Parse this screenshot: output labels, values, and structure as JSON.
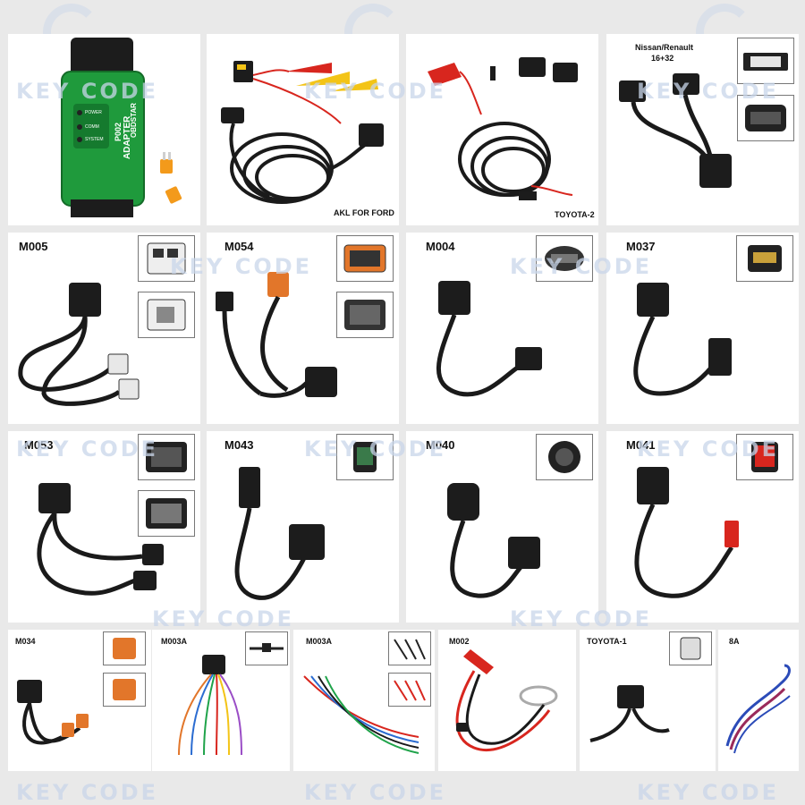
{
  "cells": {
    "adapter": {
      "device_brand": "OBDSTAR",
      "device_model": "P002",
      "device_name": "ADAPTER",
      "leds": [
        "POWER",
        "COMM",
        "SYSTEM"
      ]
    },
    "akl_ford": {
      "label": "AKL FOR FORD"
    },
    "toyota2": {
      "label": "TOYOTA-2"
    },
    "nissan": {
      "label_line1": "Nissan/Renault",
      "label_line2": "16+32"
    },
    "m005": {
      "label": "M005"
    },
    "m054": {
      "label": "M054"
    },
    "m004": {
      "label": "M004"
    },
    "m037": {
      "label": "M037"
    },
    "m053": {
      "label": "M053"
    },
    "m043": {
      "label": "M043"
    },
    "m040": {
      "label": "M040"
    },
    "m041": {
      "label": "M041"
    },
    "m034": {
      "label": "M034"
    },
    "m003a_1": {
      "label": "M003A"
    },
    "m003a_2": {
      "label": "M003A"
    },
    "m002": {
      "label": "M002"
    },
    "toyota1": {
      "label": "TOYOTA-1"
    },
    "c8a": {
      "label": "8A"
    }
  },
  "watermark": {
    "text": "KEY CODE"
  },
  "colors": {
    "cable": "#1a1a1a",
    "adapter_green": "#1f9a3c",
    "clip_red": "#d8261e",
    "clip_yellow": "#f3c417",
    "fuse_orange": "#f39a1b"
  }
}
